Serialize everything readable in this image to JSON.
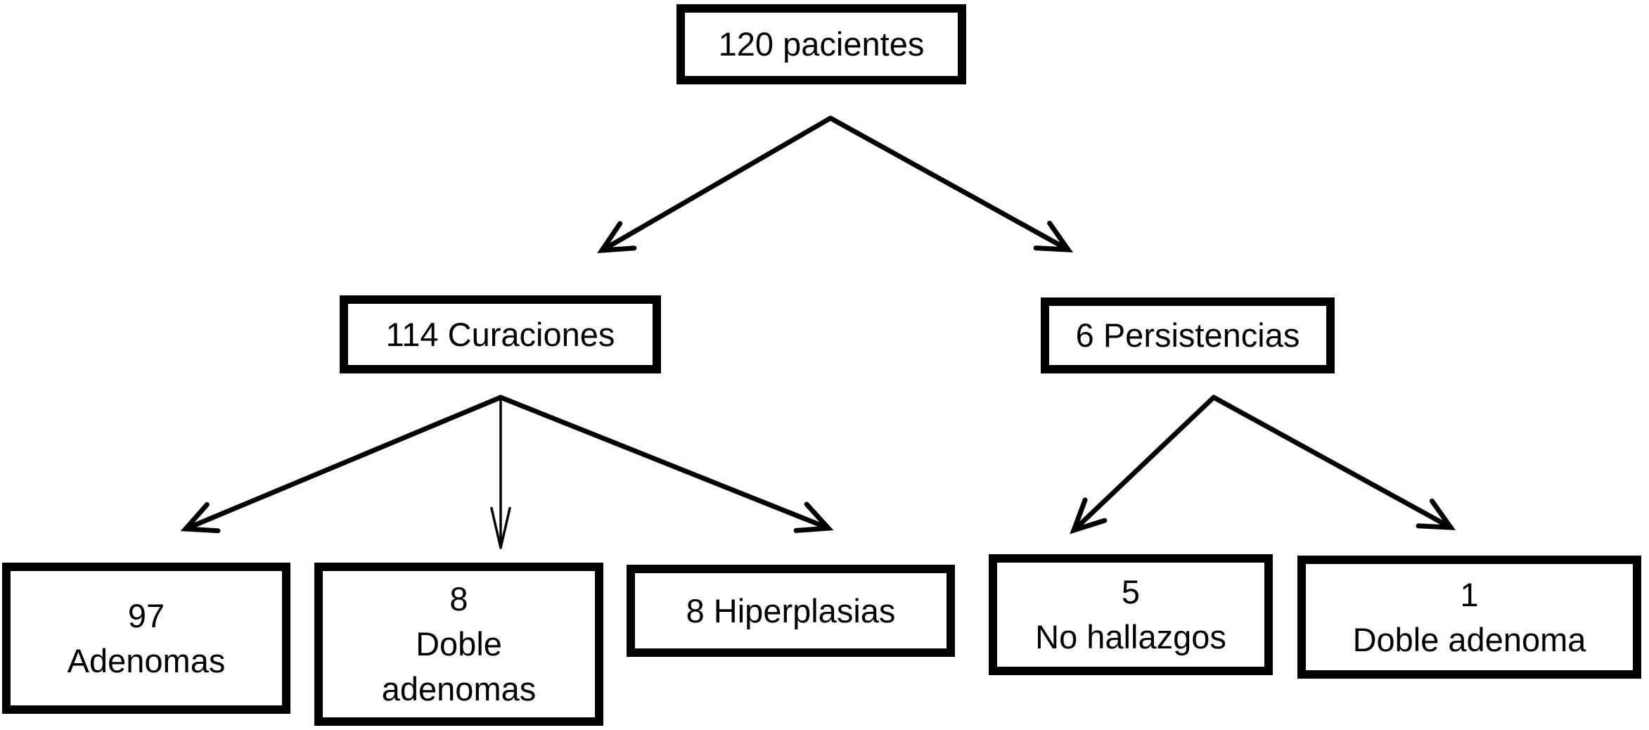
{
  "colors": {
    "line": "#000000",
    "text": "#000000",
    "background": "#ffffff"
  },
  "diagram": {
    "type": "flowchart",
    "language": "es",
    "nodes": {
      "patients": {
        "value": 120,
        "label": "pacientes",
        "lines": [
          "120 pacientes"
        ]
      },
      "curaciones": {
        "value": 114,
        "label": "Curaciones",
        "lines": [
          "114 Curaciones"
        ]
      },
      "persistencias": {
        "value": 6,
        "label": "Persistencias",
        "lines": [
          "6 Persistencias"
        ]
      },
      "adenomas": {
        "value": 97,
        "label": "Adenomas",
        "lines": [
          "97",
          "Adenomas"
        ]
      },
      "doble_adenomas": {
        "value": 8,
        "label": "Doble adenomas",
        "lines": [
          "8",
          "Doble",
          "adenomas"
        ]
      },
      "hiperplasias": {
        "value": 8,
        "label": "Hiperplasias",
        "lines": [
          "8 Hiperplasias"
        ]
      },
      "no_hallazgos": {
        "value": 5,
        "label": "No hallazgos",
        "lines": [
          "5",
          "No hallazgos"
        ]
      },
      "doble_adenoma": {
        "value": 1,
        "label": "Doble adenoma",
        "lines": [
          "1",
          "Doble adenoma"
        ]
      }
    },
    "edges": [
      {
        "from": "patients",
        "to": "curaciones"
      },
      {
        "from": "patients",
        "to": "persistencias"
      },
      {
        "from": "curaciones",
        "to": "adenomas"
      },
      {
        "from": "curaciones",
        "to": "doble_adenomas"
      },
      {
        "from": "curaciones",
        "to": "hiperplasias"
      },
      {
        "from": "persistencias",
        "to": "no_hallazgos"
      },
      {
        "from": "persistencias",
        "to": "doble_adenoma"
      }
    ]
  }
}
